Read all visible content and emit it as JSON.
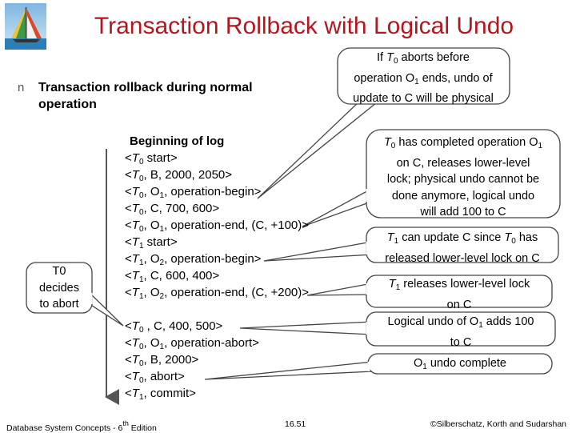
{
  "title": "Transaction Rollback with Logical Undo",
  "bullet": {
    "marker": "n",
    "text": "Transaction rollback during normal operation"
  },
  "log": {
    "header": "Beginning of log",
    "lines": [
      {
        "pre": "<",
        "t": "T",
        "ts": "0",
        "post": " start>"
      },
      {
        "pre": "<",
        "t": "T",
        "ts": "0",
        "post": ", B, 2000, 2050>"
      },
      {
        "pre": "<",
        "t": "T",
        "ts": "0",
        "mid": ", O",
        "ms": "1",
        "post": ", operation-begin>"
      },
      {
        "pre": "<",
        "t": "T",
        "ts": "0",
        "post": ", C, 700, 600>"
      },
      {
        "pre": "<",
        "t": "T",
        "ts": "0",
        "mid": ", O",
        "ms": "1",
        "post": ", operation-end, (C, +100)>"
      },
      {
        "pre": "<",
        "t": "T",
        "ts": "1",
        "post": " start>"
      },
      {
        "pre": "<",
        "t": "T",
        "ts": "1",
        "mid": ", O",
        "ms": "2",
        "post": ", operation-begin>"
      },
      {
        "pre": "<",
        "t": "T",
        "ts": "1",
        "post": ", C, 600, 400>"
      },
      {
        "pre": "<",
        "t": "T",
        "ts": "1",
        "mid": ", O",
        "ms": "2",
        "post": ", operation-end, (C, +200)>"
      },
      {
        "pre": "<",
        "t": "T",
        "ts": "0",
        "post": " , C, 400, 500>"
      },
      {
        "pre": "<",
        "t": "T",
        "ts": "0",
        "mid": ", O",
        "ms": "1",
        "post": ", operation-abort>"
      },
      {
        "pre": "<",
        "t": "T",
        "ts": "0",
        "post": ", B, 2000>"
      },
      {
        "pre": "<",
        "t": "T",
        "ts": "0",
        "post": ", abort>"
      },
      {
        "pre": "<",
        "t": "T",
        "ts": "1",
        "post": ", commit>"
      }
    ]
  },
  "bubbles": {
    "abort_before": {
      "l1a": "If ",
      "l1t": "T",
      "l1s": "0",
      "l1b": " aborts before",
      "l2a": "operation O",
      "l2s": "1",
      "l2b": " ends, undo of",
      "l3": "update to C will be physical"
    },
    "completed": {
      "l1t": "T",
      "l1s": "0",
      "l1b": " has completed operation O",
      "l1s2": "1",
      "l2": "on C, releases lower-level",
      "l3": "lock; physical undo cannot be",
      "l4": "done anymore, logical undo",
      "l5": "will add 100 to C"
    },
    "t1_update": {
      "l1t": "T",
      "l1s": "1",
      "l1b": " can update C since ",
      "l1t2": "T",
      "l1s2": "0",
      "l1c": " has",
      "l2": "released lower-level lock on C"
    },
    "t1_release": {
      "l1t": "T",
      "l1s": "1",
      "l1b": " releases lower-level lock",
      "l2": "on C"
    },
    "logical_undo": {
      "l1a": "Logical undo of O",
      "l1s": "1",
      "l1b": " adds 100",
      "l2": "to C"
    },
    "undo_complete": {
      "l1a": "O",
      "l1s": "1",
      "l1b": " undo complete"
    },
    "t0_decides": {
      "l1": "T0",
      "l2": "decides",
      "l3": "to abort"
    }
  },
  "footer": {
    "left": "Database System Concepts - 6",
    "left_sup": "th",
    "left_end": " Edition",
    "center": "16.51",
    "right": "©Silberschatz, Korth and Sudarshan"
  }
}
